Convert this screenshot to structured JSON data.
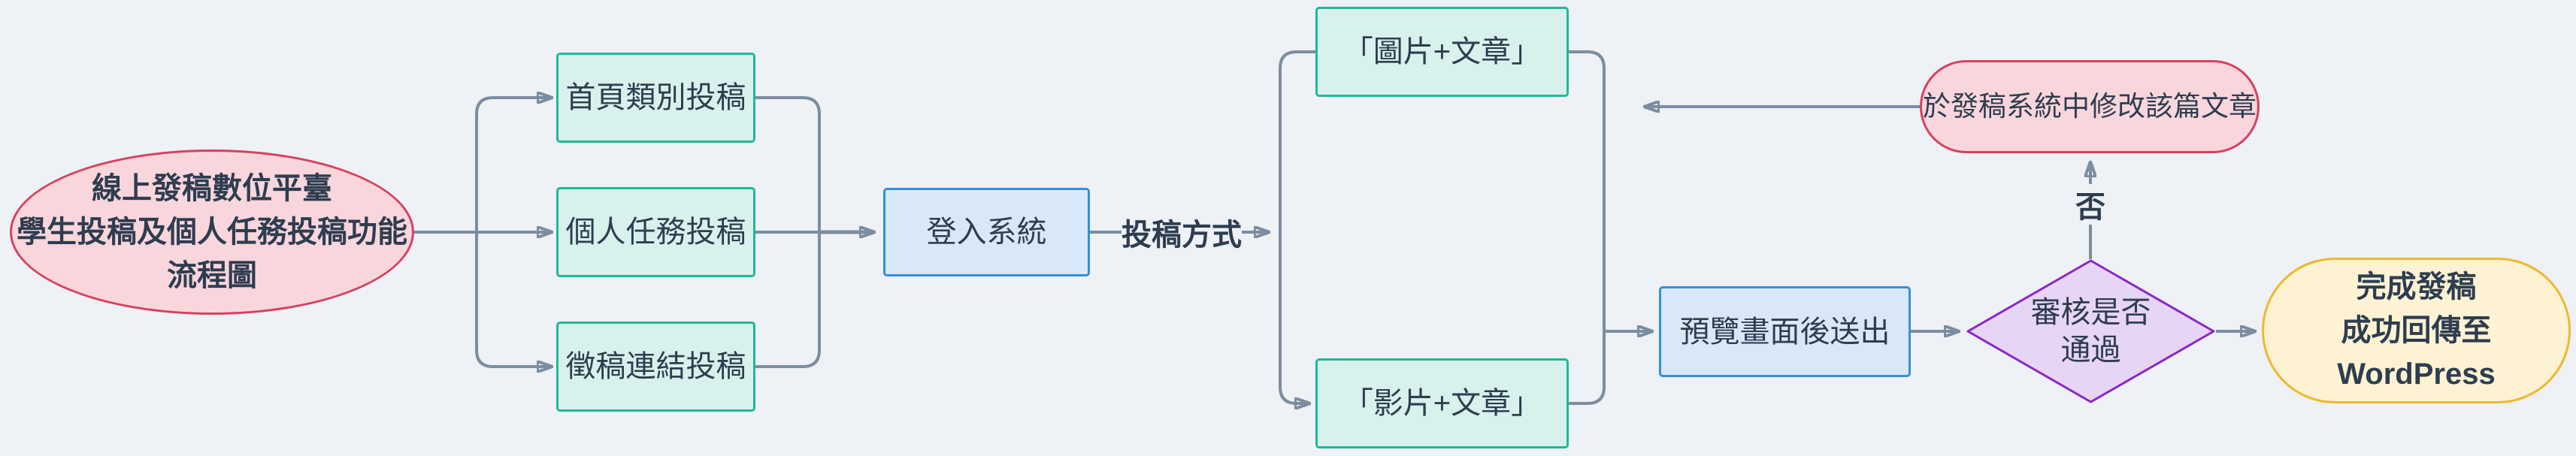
{
  "diagram": {
    "title_node": "線上發稿數位平臺\n學生投稿及個人任務投稿功能\n流程圖",
    "nodes": {
      "start": {
        "label": "線上發稿數位平臺\n學生投稿及個人任務投稿功能\n流程圖",
        "shape": "ellipse"
      },
      "home_category": {
        "label": "首頁類別投稿",
        "shape": "rect"
      },
      "personal_task": {
        "label": "個人任務投稿",
        "shape": "rect"
      },
      "call_link": {
        "label": "徵稿連結投稿",
        "shape": "rect"
      },
      "login": {
        "label": "登入系統",
        "shape": "rect"
      },
      "option_image": {
        "label": "「圖片+文章」",
        "shape": "rect"
      },
      "option_video": {
        "label": "「影片+文章」",
        "shape": "rect"
      },
      "preview_submit": {
        "label": "預覽畫面後送出",
        "shape": "rect"
      },
      "review": {
        "label": "審核是否\n通過",
        "shape": "diamond"
      },
      "modify": {
        "label": "於發稿系統中修改該篇文章",
        "shape": "stadium"
      },
      "done": {
        "label": "完成發稿\n成功回傳至WordPress",
        "shape": "stadium"
      }
    },
    "edge_labels": {
      "method": "投稿方式",
      "no": "否"
    },
    "edges": [
      {
        "from": "start",
        "to": "home_category"
      },
      {
        "from": "start",
        "to": "personal_task"
      },
      {
        "from": "start",
        "to": "call_link"
      },
      {
        "from": "home_category",
        "to": "login"
      },
      {
        "from": "personal_task",
        "to": "login"
      },
      {
        "from": "call_link",
        "to": "login"
      },
      {
        "from": "login",
        "to": "option_image",
        "label": "投稿方式"
      },
      {
        "from": "login",
        "to": "option_video",
        "label": "投稿方式"
      },
      {
        "from": "option_image",
        "to": "preview_submit"
      },
      {
        "from": "option_video",
        "to": "preview_submit"
      },
      {
        "from": "preview_submit",
        "to": "review"
      },
      {
        "from": "review",
        "to": "done"
      },
      {
        "from": "review",
        "to": "modify",
        "label": "否"
      },
      {
        "from": "modify",
        "to": "option_image"
      }
    ],
    "colors": {
      "background": "#eef1f5",
      "connector": "#7c8da0",
      "text": "#2e3d50",
      "start_fill": "#f9d6dc",
      "start_stroke": "#d6415f",
      "submit_fill": "#d8f1ec",
      "submit_stroke": "#1cb99c",
      "process_fill": "#d8e8f8",
      "process_stroke": "#3390dc",
      "decision_fill": "#e7d5f6",
      "decision_stroke": "#8b27c7",
      "modify_fill": "#f9d6dc",
      "modify_stroke": "#d6415f",
      "done_fill": "#fdf3d3",
      "done_stroke": "#efb82f"
    }
  }
}
